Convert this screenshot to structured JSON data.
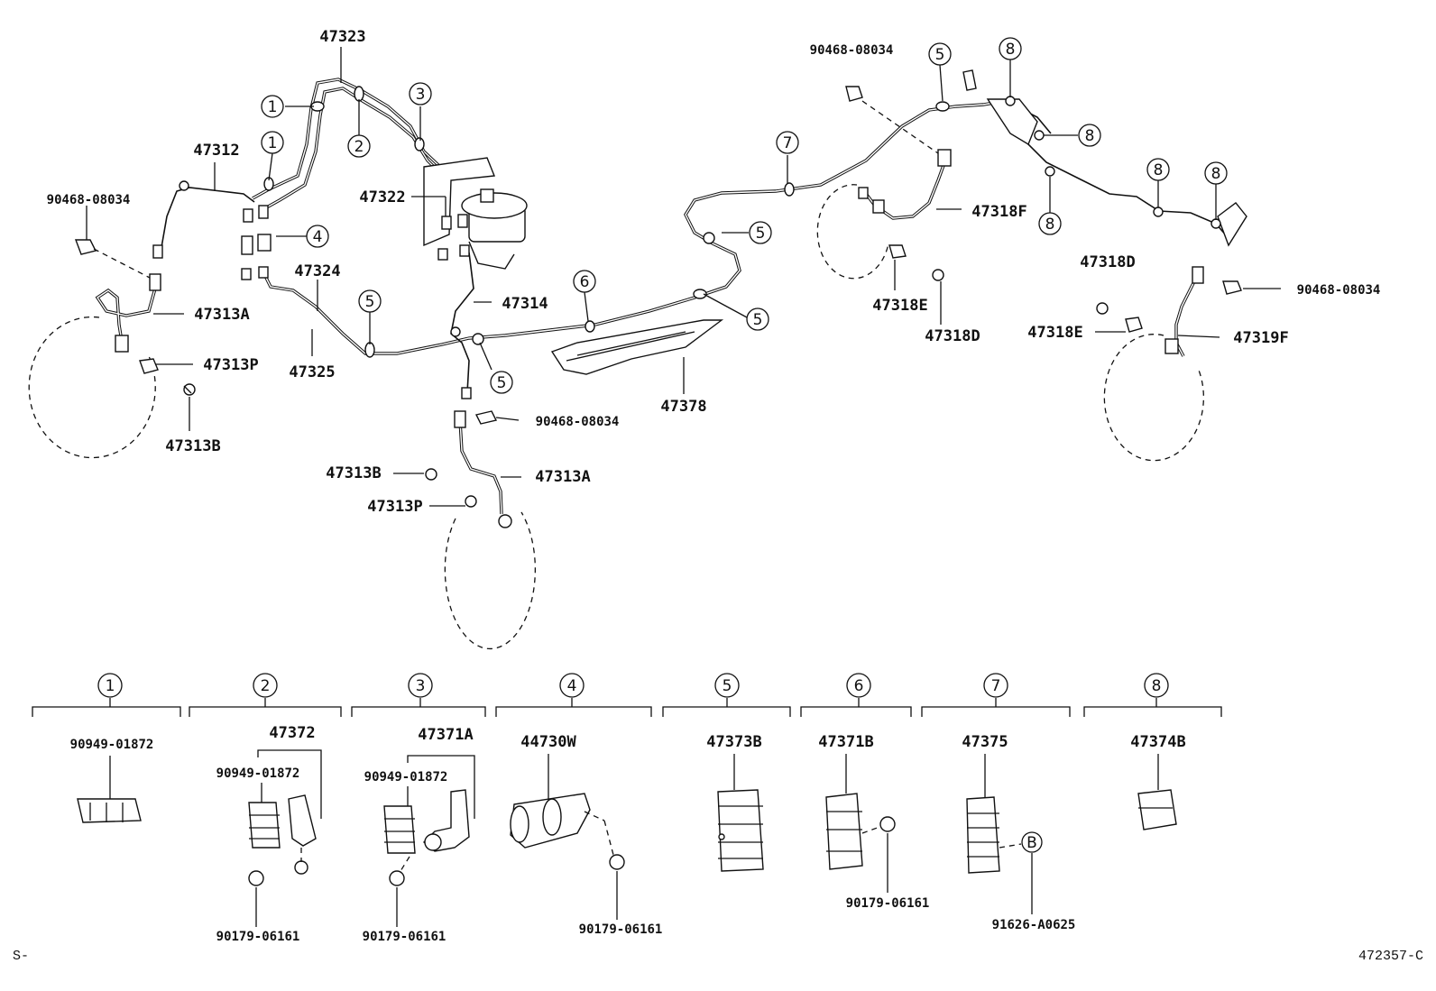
{
  "labels": {
    "l47323": "47323",
    "l47312": "47312",
    "l47322": "47322",
    "l47324": "47324",
    "l47325": "47325",
    "l47314": "47314",
    "l47313A_left": "47313A",
    "l47313P_left": "47313P",
    "l47313B_left": "47313B",
    "l90468_left": "90468-08034",
    "l90468_mid": "90468-08034",
    "l47313B_mid": "47313B",
    "l47313A_mid": "47313A",
    "l47313P_mid": "47313P",
    "l47378": "47378",
    "l90468_topright": "90468-08034",
    "l47318F": "47318F",
    "l47318E_a": "47318E",
    "l47318D_a": "47318D",
    "l47318D_b": "47318D",
    "l47318E_b": "47318E",
    "l47319F": "47319F",
    "l90468_right": "90468-08034"
  },
  "callouts": {
    "c1a": "1",
    "c1b": "1",
    "c2": "2",
    "c3": "3",
    "c4": "4",
    "c5a": "5",
    "c5b": "5",
    "c5c": "5",
    "c5d": "5",
    "c5e": "5",
    "c6": "6",
    "c7": "7",
    "c8a": "8",
    "c8b": "8",
    "c8c": "8",
    "c8d": "8",
    "c8e": "8"
  },
  "legend": [
    {
      "num": "1",
      "parts": [
        "90949-01872"
      ]
    },
    {
      "num": "2",
      "parts": [
        "47372",
        "90949-01872",
        "90179-06161"
      ]
    },
    {
      "num": "3",
      "parts": [
        "47371A",
        "90949-01872",
        "90179-06161"
      ]
    },
    {
      "num": "4",
      "parts": [
        "44730W",
        "90179-06161"
      ]
    },
    {
      "num": "5",
      "parts": [
        "47373B"
      ]
    },
    {
      "num": "6",
      "parts": [
        "47371B",
        "90179-06161"
      ]
    },
    {
      "num": "7",
      "parts": [
        "47375",
        "B",
        "91626-A0625"
      ]
    },
    {
      "num": "8",
      "parts": [
        "47374B"
      ]
    }
  ],
  "footer": {
    "left": "S-",
    "right": "472357-C"
  }
}
